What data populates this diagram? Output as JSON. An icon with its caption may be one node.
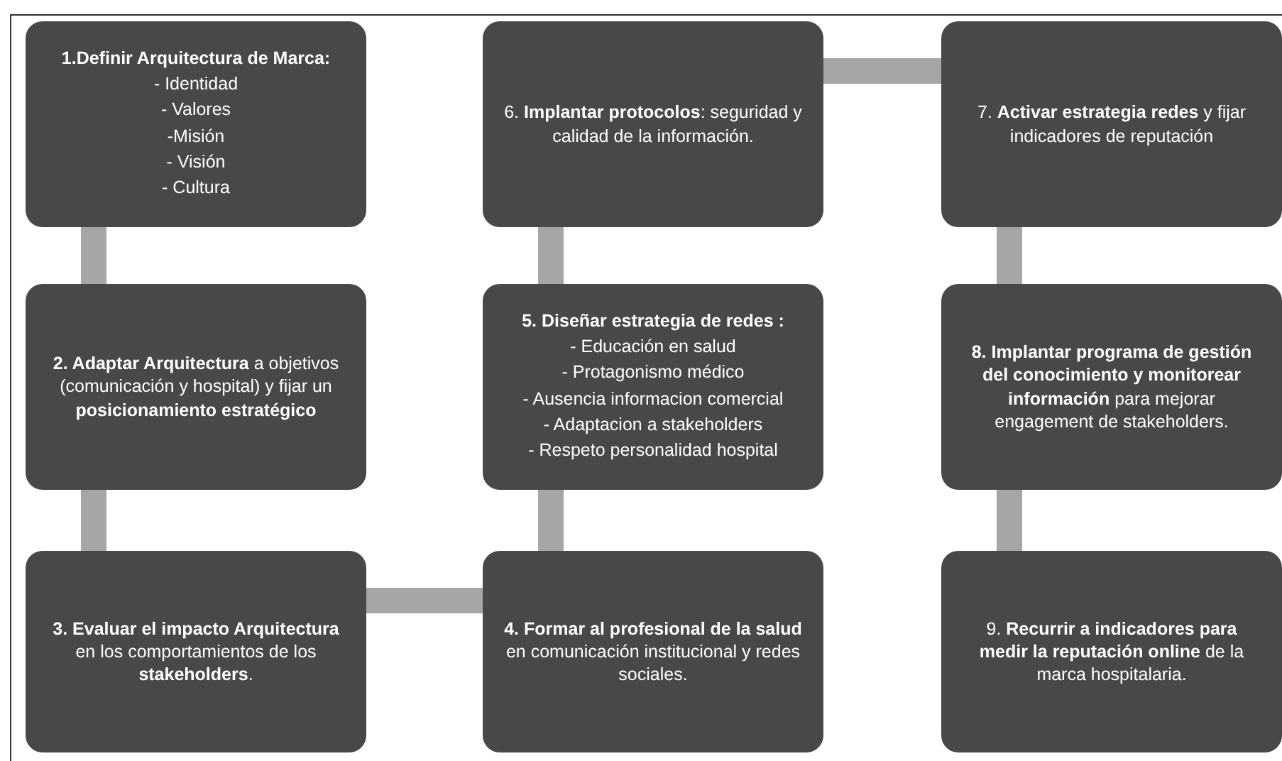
{
  "diagram": {
    "nodes": [
      {
        "text": [
          "1.Definir Arquitectura de Marca:",
          "- Identidad",
          "- Valores",
          "-Misión",
          "- Visión",
          "- Cultura"
        ]
      },
      {
        "text": [
          "**2. Adaptar Arquitectura** a objetivos (comunicación y hospital) y fijar un **posicionamiento estratégico**"
        ]
      },
      {
        "text": [
          "**3. Evaluar el impacto Arquitectura** en los comportamientos de los **stakeholders**."
        ]
      },
      {
        "text": [
          "**4. Formar al profesional de la salud** en comunicación institucional y redes sociales."
        ]
      },
      {
        "text": [
          "5. Diseñar estrategia de redes :",
          "- Educación en salud",
          "- Protagonismo médico",
          "- Ausencia informacion comercial",
          "- Adaptacion a stakeholders",
          "- Respeto personalidad hospital"
        ]
      },
      {
        "text": [
          "6. **Implantar protocolos**: seguridad y calidad de la información."
        ]
      },
      {
        "text": [
          "7. **Activar estrategia redes** y fijar indicadores de reputación"
        ]
      },
      {
        "text": [
          "**8. Implantar programa de gestión del conocimiento y monitorear información** para mejorar engagement de stakeholders."
        ]
      },
      {
        "text": [
          "9. **Recurrir a indicadores para medir la reputación online** de la marca hospitalaria."
        ]
      }
    ],
    "edges": [
      {
        "from": 0,
        "to": 1,
        "arrow": "none"
      },
      {
        "from": 1,
        "to": 2,
        "arrow": "none"
      },
      {
        "from": 2,
        "to": 3,
        "arrow": "none"
      },
      {
        "from": 3,
        "to": 4,
        "arrow": "none"
      },
      {
        "from": 4,
        "to": 5,
        "arrow": "none"
      },
      {
        "from": 5,
        "to": 6,
        "arrow": "none"
      },
      {
        "from": 6,
        "to": 7,
        "arrow": "none"
      },
      {
        "from": 7,
        "to": 8,
        "arrow": "none"
      }
    ]
  }
}
